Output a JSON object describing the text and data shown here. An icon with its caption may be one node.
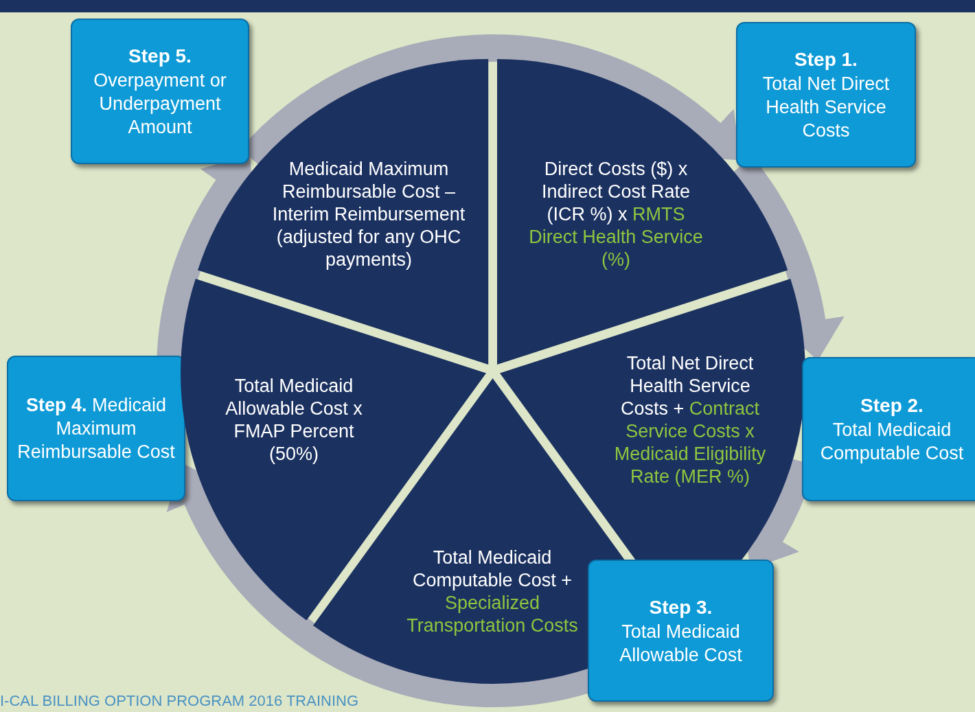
{
  "diagram": {
    "nodes": [
      {
        "text": [
          "Step 5.",
          "Overpayment or Underpayment Amount"
        ]
      },
      {
        "text": [
          "Step 1.",
          "Total Net Direct Health Service Costs"
        ]
      },
      {
        "text": [
          "Medicaid Maximum Reimbursable Cost – Interim Reimbursement (adjusted for any OHC payments)"
        ]
      },
      {
        "text": [
          "Direct Costs ($) x Indirect Cost Rate (ICR %) x",
          "RMTS Direct Health Service (%)"
        ]
      },
      {
        "text": [
          "Total Net Direct Health Service Costs +",
          "Contract Service Costs x Medicaid Eligibility Rate (MER %)"
        ]
      },
      {
        "text": [
          "Step 2.",
          "Total Medicaid Computable Cost"
        ]
      },
      {
        "text": [
          "Step 4.",
          "Medicaid Maximum Reimbursable Cost"
        ]
      },
      {
        "text": [
          "Total Medicaid Allowable Cost x FMAP Percent (50%)"
        ]
      },
      {
        "text": [
          "Total Medicaid Computable Cost +",
          "Specialized Transportation Costs"
        ]
      },
      {
        "text": [
          "Step 3.",
          "Total Medicaid Allowable Cost"
        ]
      }
    ],
    "edges": [
      {
        "from": 0,
        "to": 1,
        "arrow": "to"
      },
      {
        "from": 1,
        "to": 5,
        "arrow": "to"
      },
      {
        "from": 5,
        "to": 9,
        "arrow": "to"
      },
      {
        "from": 9,
        "to": 6,
        "arrow": "to"
      },
      {
        "from": 6,
        "to": 0,
        "arrow": "to"
      }
    ],
    "labels": [
      "I-CAL BILLING OPTION PROGRAM 2016 TRAINING"
    ]
  }
}
